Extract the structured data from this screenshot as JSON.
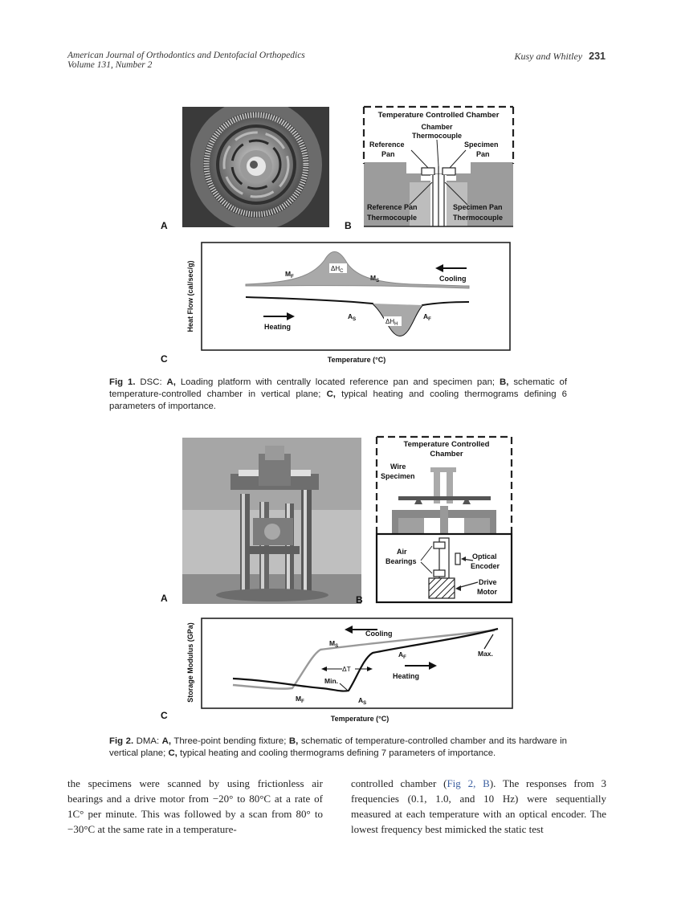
{
  "header": {
    "journal": "American Journal of Orthodontics and Dentofacial Orthopedics",
    "volume": "Volume 131, Number 2",
    "authors": "Kusy and Whitley",
    "page": "231"
  },
  "fig1": {
    "letters": {
      "a": "A",
      "b": "B",
      "c": "C"
    },
    "schematic": {
      "title": "Temperature Controlled Chamber",
      "chamber_tc_1": "Chamber",
      "chamber_tc_2": "Thermocouple",
      "ref_pan_1": "Reference",
      "ref_pan_2": "Pan",
      "spec_pan_1": "Specimen",
      "spec_pan_2": "Pan",
      "ref_tc_1": "Reference Pan",
      "ref_tc_2": "Thermocouple",
      "spec_tc_1": "Specimen Pan",
      "spec_tc_2": "Thermocouple"
    },
    "thermogram": {
      "ylabel": "Heat Flow (cal/sec/g)",
      "xlabel": "Temperature (°C)",
      "mf": "M",
      "mf_sub": "F",
      "dhc": "ΔH",
      "dhc_sub": "C",
      "ms": "M",
      "ms_sub": "S",
      "cooling": "Cooling",
      "as": "A",
      "as_sub": "S",
      "dhh": "ΔH",
      "dhh_sub": "H",
      "af": "A",
      "af_sub": "F",
      "heating": "Heating"
    },
    "caption": {
      "label": "Fig 1.",
      "text_1": " DSC: ",
      "a": "A,",
      "text_2": " Loading platform with centrally located reference pan and specimen pan; ",
      "b": "B,",
      "text_3": " schematic of temperature-controlled chamber in vertical plane; ",
      "c": "C,",
      "text_4": " typical heating and cooling thermograms defining 6 parameters of importance."
    }
  },
  "fig2": {
    "letters": {
      "a": "A",
      "b": "B",
      "c": "C"
    },
    "schematic": {
      "title_1": "Temperature Controlled",
      "title_2": "Chamber",
      "wire_1": "Wire",
      "wire_2": "Specimen",
      "air_1": "Air",
      "air_2": "Bearings",
      "optical_1": "Optical",
      "optical_2": "Encoder",
      "drive_1": "Drive",
      "drive_2": "Motor"
    },
    "thermogram": {
      "ylabel": "Storage Modulus (GPa)",
      "xlabel": "Temperature (°C)",
      "cooling": "Cooling",
      "ms": "M",
      "ms_sub": "S",
      "af": "A",
      "af_sub": "F",
      "max": "Max.",
      "dt": "ΔT",
      "min": "Min.",
      "heating": "Heating",
      "mf": "M",
      "mf_sub": "F",
      "as": "A",
      "as_sub": "S"
    },
    "caption": {
      "label": "Fig 2.",
      "text_1": " DMA: ",
      "a": "A,",
      "text_2": " Three-point bending fixture; ",
      "b": "B,",
      "text_3": " schematic of temperature-controlled chamber and its hardware in vertical plane; ",
      "c": "C,",
      "text_4": " typical heating and cooling thermograms defining 7 parameters of importance."
    }
  },
  "body": {
    "left": "the specimens were scanned by using frictionless air bearings and a drive motor from −20° to 80°C at a rate of 1C° per minute. This was followed by a scan from 80° to −30°C at the same rate in a temperature-",
    "right_1": "controlled chamber (",
    "right_ref": "Fig 2, B",
    "right_2": "). The responses from 3 frequencies (0.1, 1.0, and 10 Hz) were sequentially measured at each temperature with an optical encoder. The lowest frequency best mimicked the static test"
  }
}
